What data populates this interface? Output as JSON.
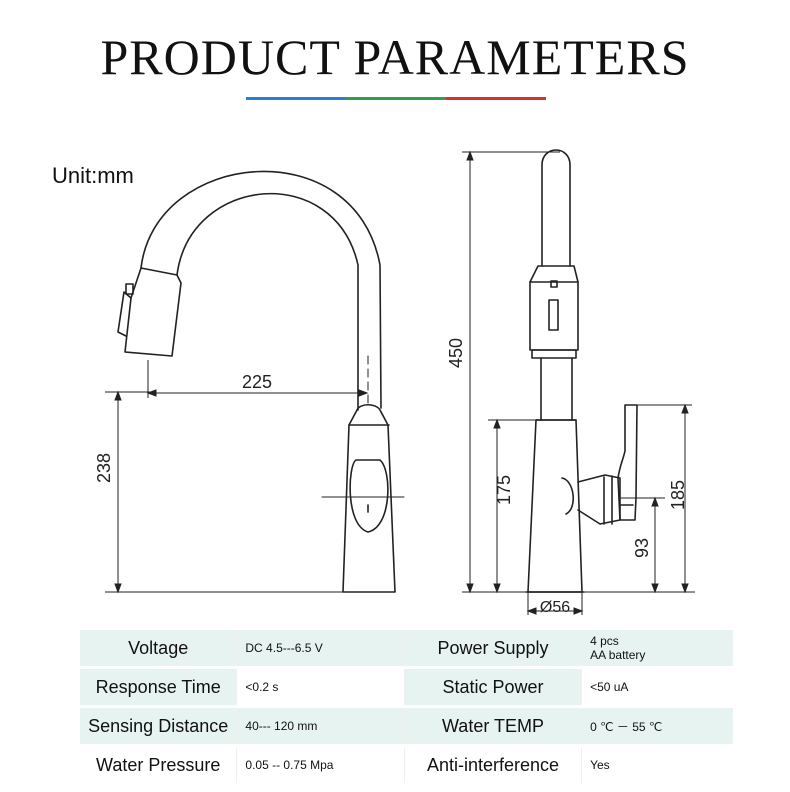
{
  "title": "PRODUCT PARAMETERS",
  "unit": "Unit:mm",
  "colors": {
    "accent_blue": "#2a7fd4",
    "accent_green": "#2e9e4f",
    "accent_red": "#d8322e",
    "row_shade": "#e6f3f1",
    "line": "#222222"
  },
  "dimensions": {
    "reach": "225",
    "spout_height": "238",
    "total_height": "450",
    "handle_height": "175",
    "body_height": "185",
    "lever_height": "93",
    "base_diameter": "Ø56"
  },
  "specs": [
    {
      "label_left": "Voltage",
      "value_left": "DC 4.5---6.5 V",
      "label_right": "Power Supply",
      "value_right_1": "4 pcs",
      "value_right_2": "AA battery"
    },
    {
      "label_left": "Response Time",
      "value_left": "<0.2 s",
      "label_right": "Static Power",
      "value_right_1": "<50 uA",
      "value_right_2": ""
    },
    {
      "label_left": "Sensing Distance",
      "value_left": "40--- 120 mm",
      "label_right": "Water TEMP",
      "value_right_1": "0 ℃ － 55 ℃",
      "value_right_2": ""
    },
    {
      "label_left": "Water Pressure",
      "value_left": "0.05 -- 0.75 Mpa",
      "label_right": "Anti-interference",
      "value_right_1": "Yes",
      "value_right_2": ""
    }
  ]
}
